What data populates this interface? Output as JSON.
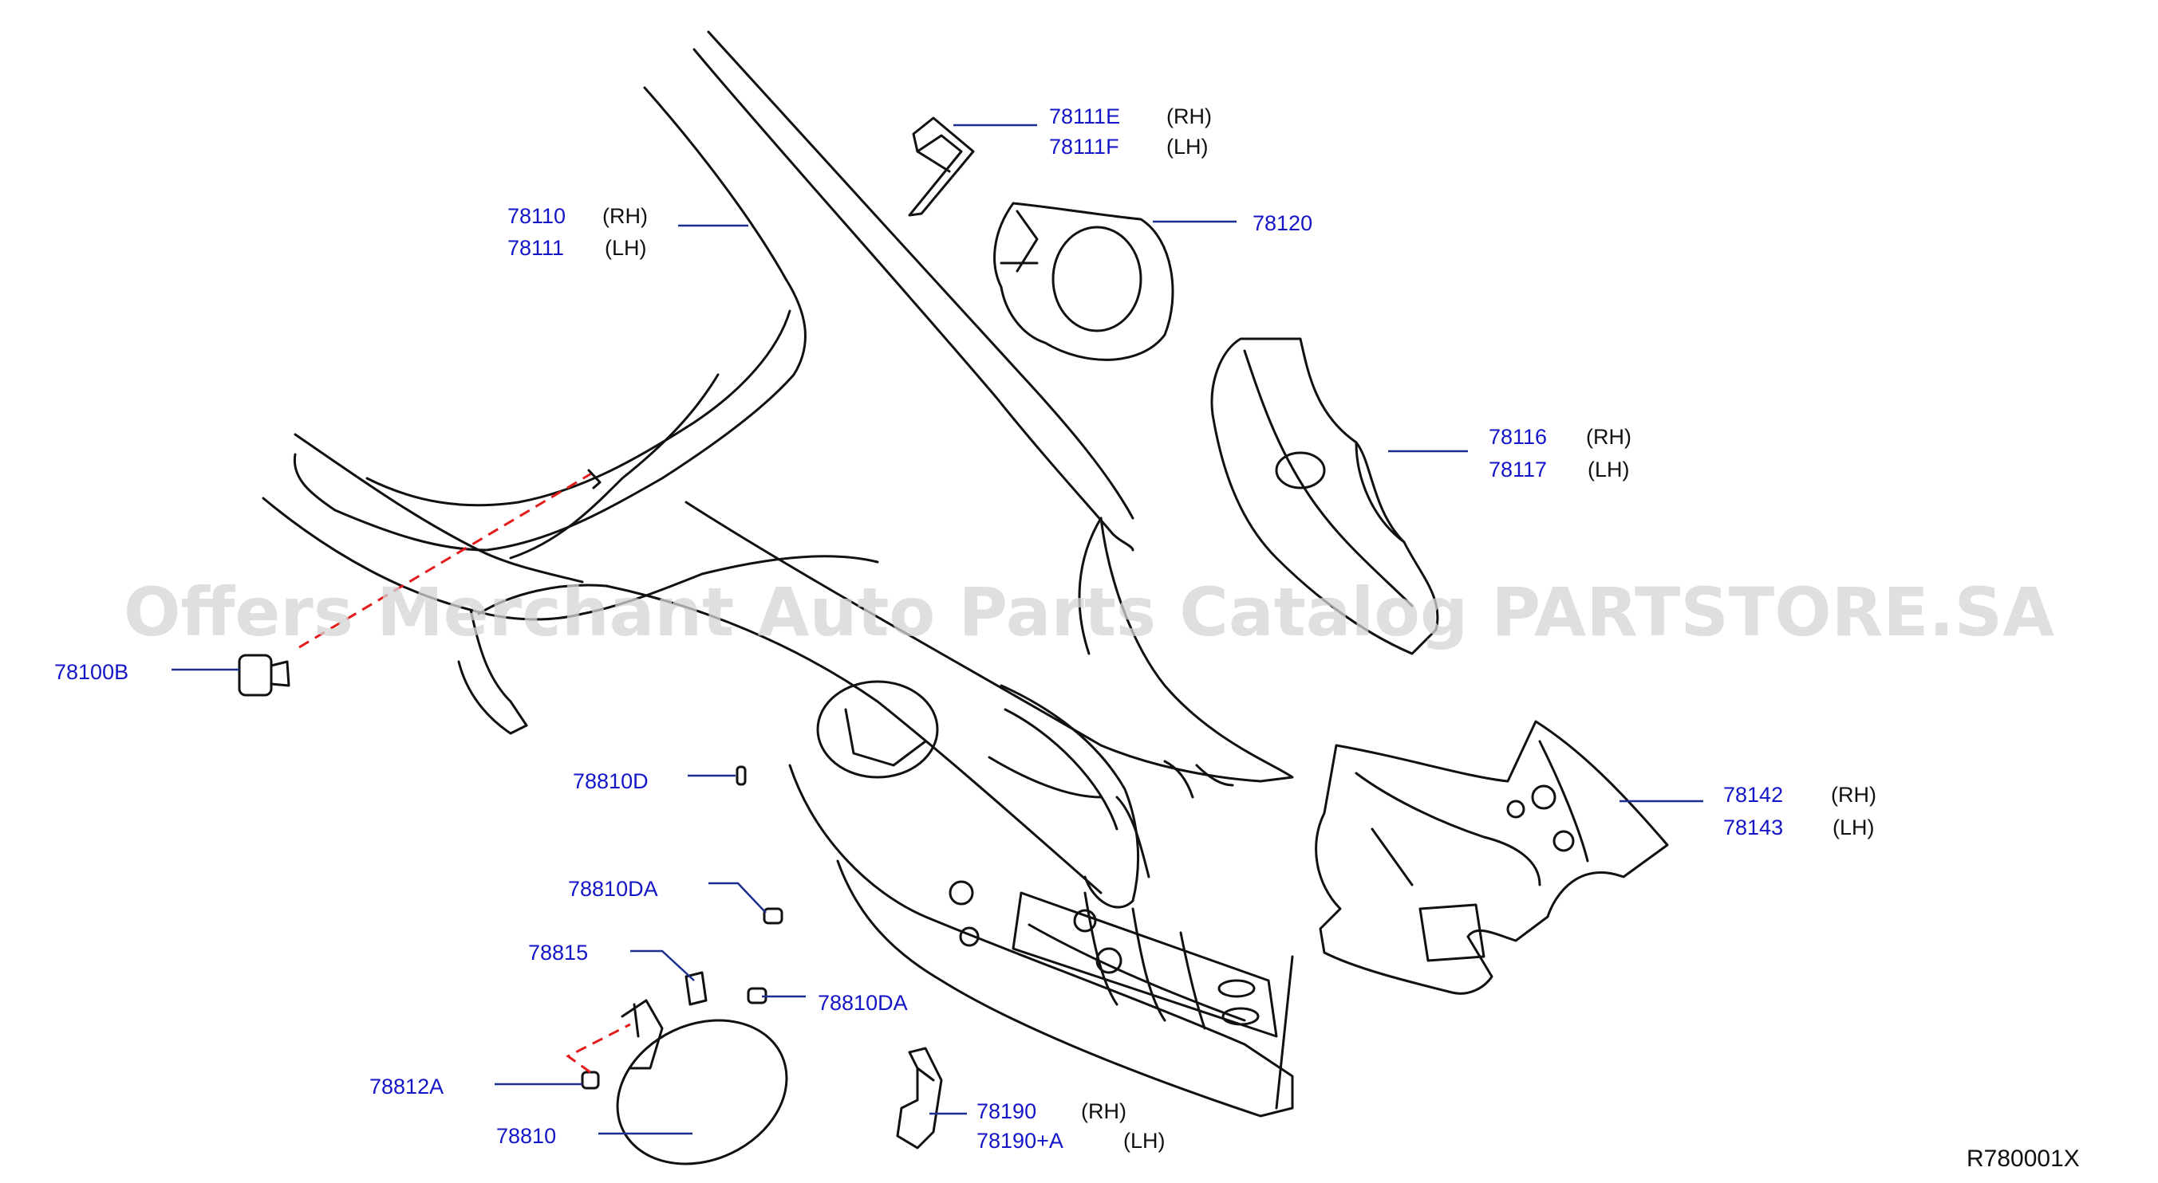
{
  "watermark": "Offers Merchant Auto Parts Catalog PARTSTORE.SA",
  "diagram_ref": "R780001X",
  "callouts": [
    {
      "parts": [
        "78111E",
        "78111F"
      ],
      "sides": [
        "(RH)",
        "(LH)"
      ]
    },
    {
      "parts": [
        "78110",
        "78111"
      ],
      "sides": [
        "(RH)",
        "(LH)"
      ]
    },
    {
      "parts": [
        "78120"
      ],
      "sides": []
    },
    {
      "parts": [
        "78116",
        "78117"
      ],
      "sides": [
        "(RH)",
        "(LH)"
      ]
    },
    {
      "parts": [
        "78100B"
      ],
      "sides": []
    },
    {
      "parts": [
        "78142",
        "78143"
      ],
      "sides": [
        "(RH)",
        "(LH)"
      ]
    },
    {
      "parts": [
        "78810D"
      ],
      "sides": []
    },
    {
      "parts": [
        "78810DA"
      ],
      "sides": []
    },
    {
      "parts": [
        "78815"
      ],
      "sides": []
    },
    {
      "parts": [
        "78810DA"
      ],
      "sides": []
    },
    {
      "parts": [
        "78812A"
      ],
      "sides": []
    },
    {
      "parts": [
        "78190",
        "78190+A"
      ],
      "sides": [
        "(RH)",
        "(LH)"
      ]
    },
    {
      "parts": [
        "78810"
      ],
      "sides": []
    }
  ]
}
